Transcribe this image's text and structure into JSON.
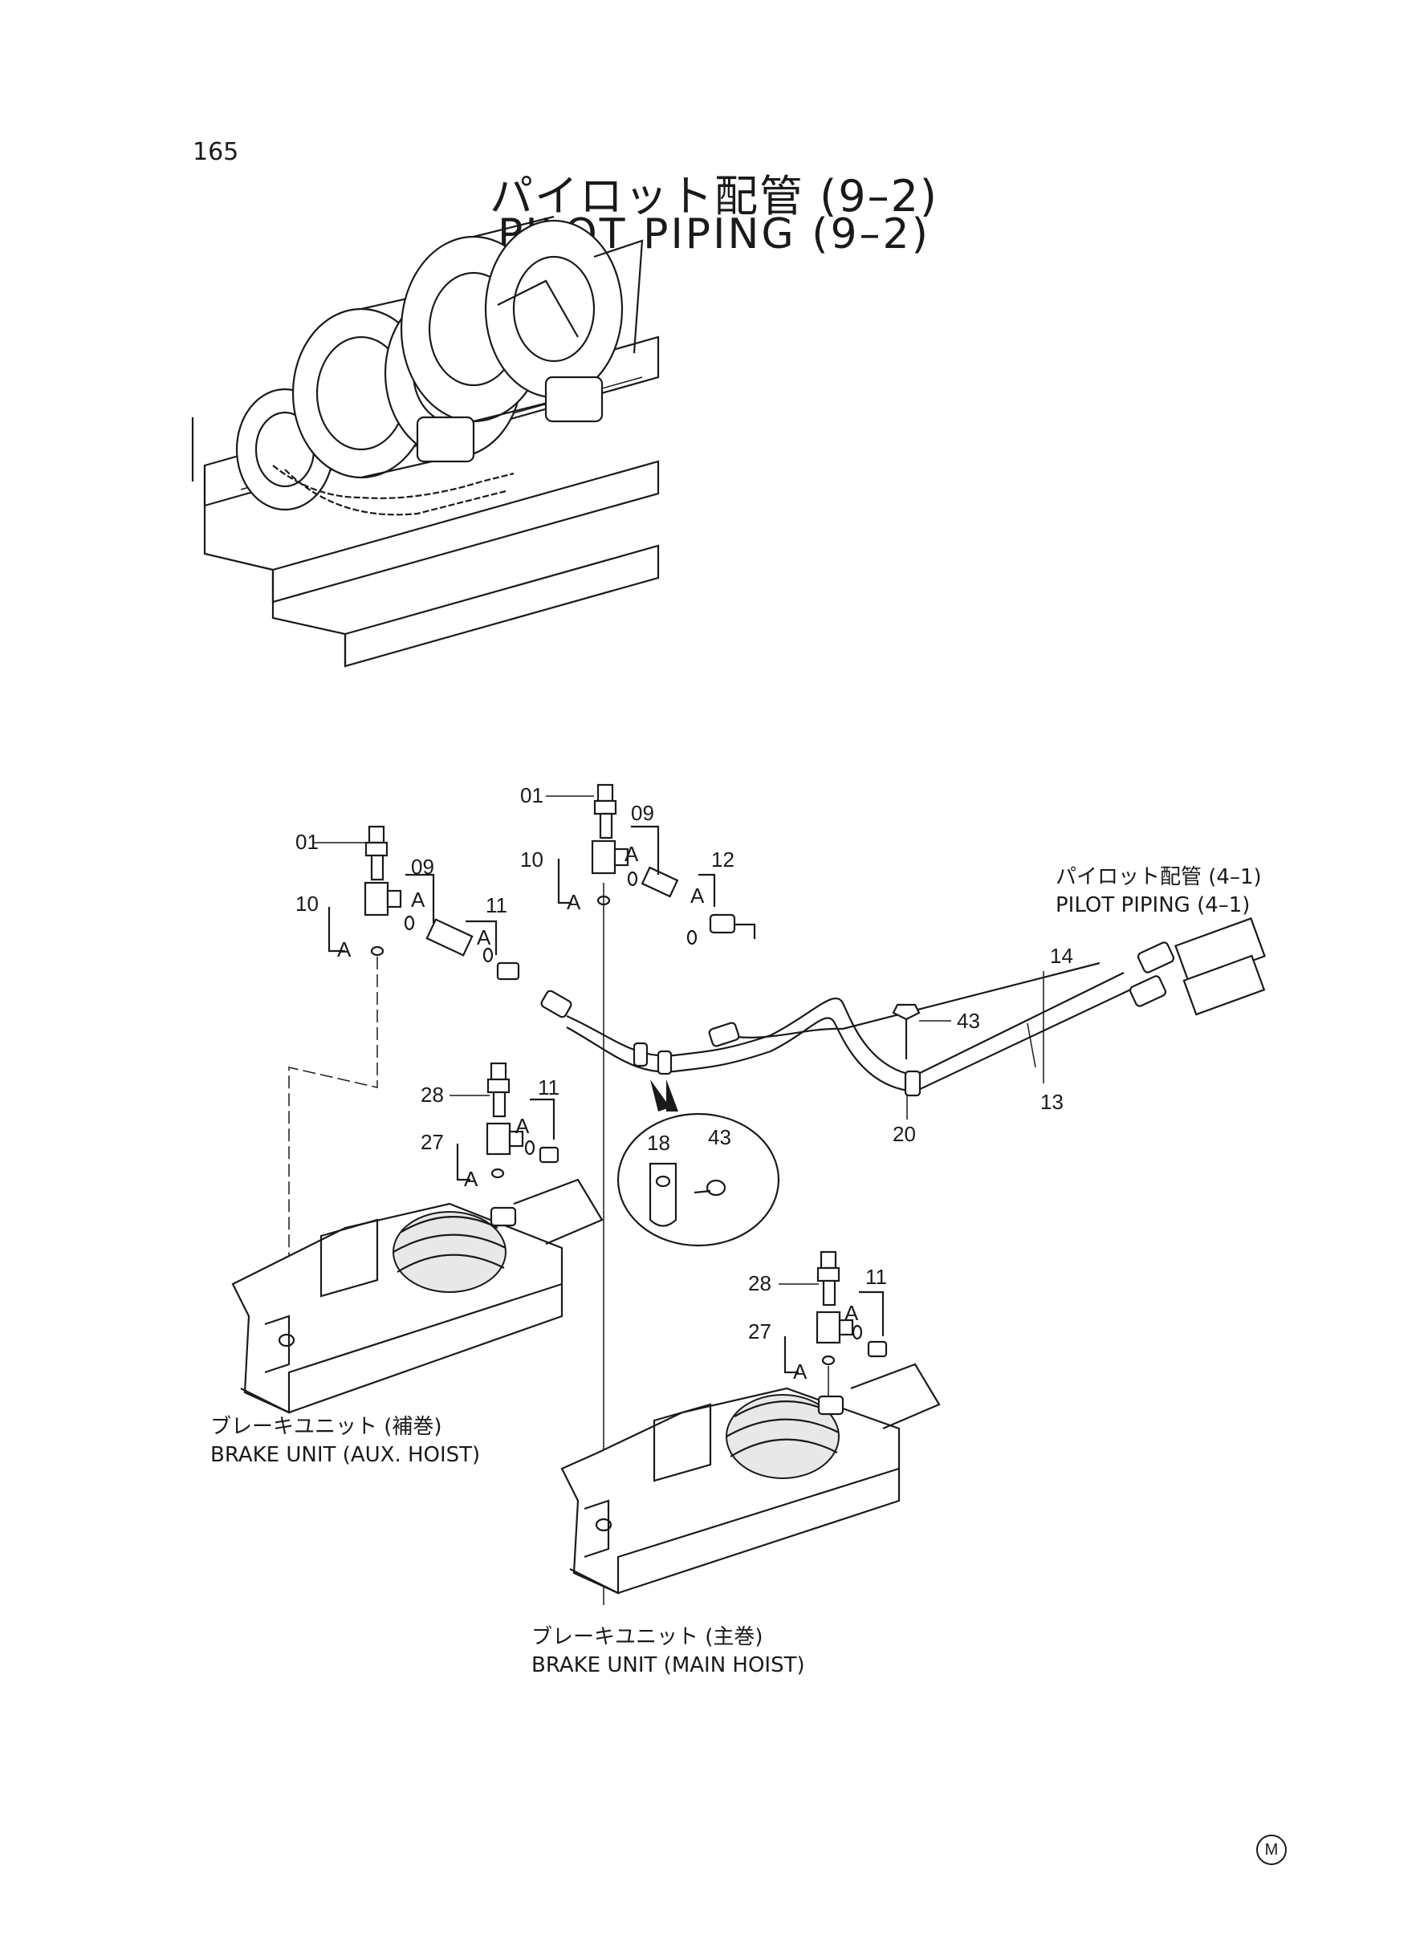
{
  "page_number": "165",
  "title_ja": "パイロット配管 (9–2)",
  "title_en": "PILOT PIPING (9–2)",
  "ref_pilot_piping_ja": "パイロット配管 (4–1)",
  "ref_pilot_piping_en": "PILOT PIPING (4–1)",
  "aux_hoist_ja": "ブレーキユニット (補巻)",
  "aux_hoist_en": "BRAKE UNIT (AUX. HOIST)",
  "main_hoist_ja": "ブレーキユニット (主巻)",
  "main_hoist_en": "BRAKE UNIT (MAIN HOIST)",
  "parts": {
    "p01": "01",
    "p09": "09",
    "p10": "10",
    "p11": "11",
    "p12": "12",
    "p13": "13",
    "p14": "14",
    "p18": "18",
    "p20": "20",
    "p27": "27",
    "p28": "28",
    "p43": "43",
    "detail_a": "A"
  },
  "corner_mark": "M"
}
